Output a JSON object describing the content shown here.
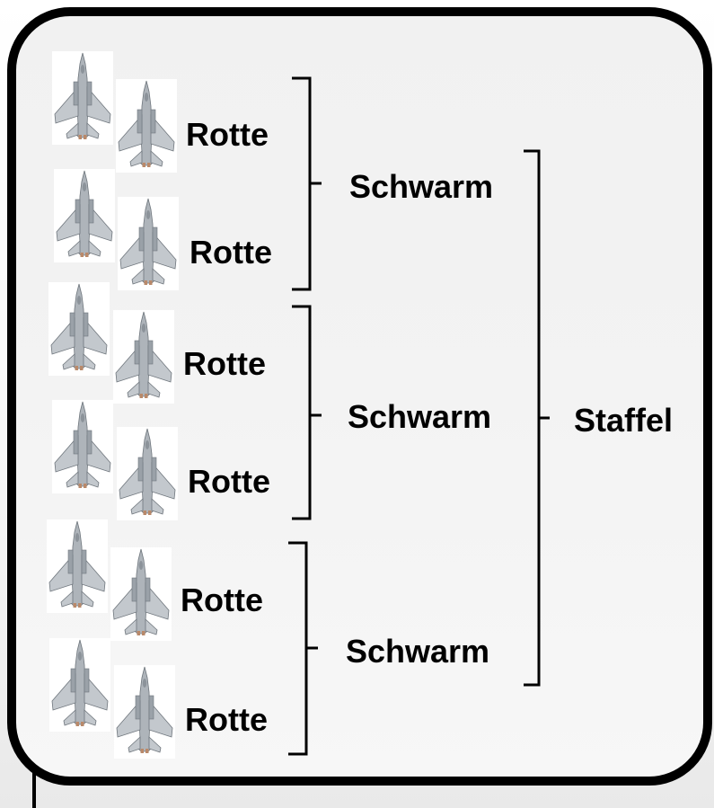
{
  "labels": {
    "rotte": "Rotte",
    "schwarm": "Schwarm",
    "staffel": "Staffel"
  },
  "colors": {
    "frame": "#000000",
    "aircraft_body": "#c3c8cd",
    "aircraft_shade": "#8c939a",
    "exhaust": "#b9896a"
  },
  "icon": "fighter-jet-icon"
}
